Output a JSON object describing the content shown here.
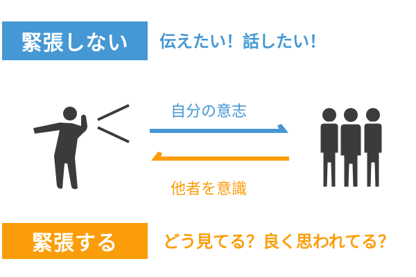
{
  "calm": {
    "label": "緊張しない",
    "caption": "伝えたい！話したい！",
    "color": "#4598d4"
  },
  "nervous": {
    "label": "緊張する",
    "caption": "どう見てる？良く思われてる？",
    "color": "#fb9d0a"
  },
  "arrows": {
    "outgoing_label": "自分の意志",
    "incoming_label": "他者を意識"
  },
  "icons": {
    "speaker": "person-shouting-icon",
    "audience": "group-of-people-icon"
  }
}
